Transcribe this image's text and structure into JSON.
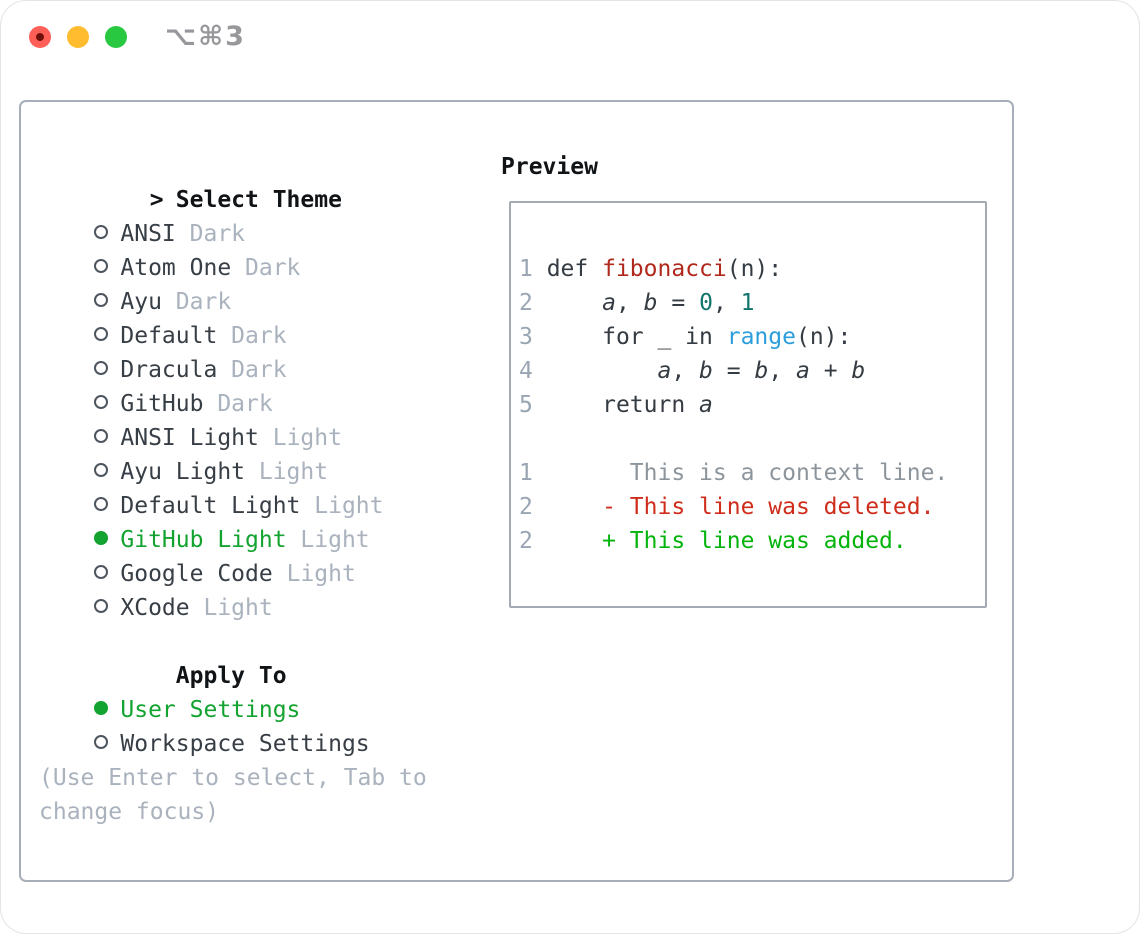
{
  "window": {
    "title_shortcut": "⌥⌘3",
    "traffic_lights": [
      {
        "name": "close",
        "color": "#ff5f57"
      },
      {
        "name": "minimize",
        "color": "#febc2e"
      },
      {
        "name": "zoom",
        "color": "#28c840"
      }
    ]
  },
  "theme_selector": {
    "prompt": ">",
    "heading": "Select Theme",
    "items": [
      {
        "name": "ANSI",
        "variant": "Dark",
        "selected": false
      },
      {
        "name": "Atom One",
        "variant": "Dark",
        "selected": false
      },
      {
        "name": "Ayu",
        "variant": "Dark",
        "selected": false
      },
      {
        "name": "Default",
        "variant": "Dark",
        "selected": false
      },
      {
        "name": "Dracula",
        "variant": "Dark",
        "selected": false
      },
      {
        "name": "GitHub",
        "variant": "Dark",
        "selected": false
      },
      {
        "name": "ANSI Light",
        "variant": "Light",
        "selected": false
      },
      {
        "name": "Ayu Light",
        "variant": "Light",
        "selected": false
      },
      {
        "name": "Default Light",
        "variant": "Light",
        "selected": false
      },
      {
        "name": "GitHub Light",
        "variant": "Light",
        "selected": true
      },
      {
        "name": "Google Code",
        "variant": "Light",
        "selected": false
      },
      {
        "name": "XCode",
        "variant": "Light",
        "selected": false
      }
    ],
    "apply_heading": "Apply To",
    "apply_options": [
      {
        "label": "User Settings",
        "selected": true
      },
      {
        "label": "Workspace Settings",
        "selected": false
      }
    ],
    "hint": "(Use Enter to select, Tab to change focus)"
  },
  "preview": {
    "heading": "Preview",
    "lines": [
      [
        [
          "num",
          "1"
        ],
        [
          "code",
          " def "
        ],
        [
          "func",
          "fibonacci"
        ],
        [
          "code",
          "(n):"
        ]
      ],
      [
        [
          "num",
          "2"
        ],
        [
          "code",
          "     "
        ],
        [
          "var",
          "a"
        ],
        [
          "code",
          ", "
        ],
        [
          "var",
          "b"
        ],
        [
          "code",
          " = "
        ],
        [
          "lit",
          "0"
        ],
        [
          "code",
          ", "
        ],
        [
          "lit",
          "1"
        ]
      ],
      [
        [
          "num",
          "3"
        ],
        [
          "code",
          "     for _ in "
        ],
        [
          "blt",
          "range"
        ],
        [
          "code",
          "(n):"
        ]
      ],
      [
        [
          "num",
          "4"
        ],
        [
          "code",
          "         "
        ],
        [
          "var",
          "a"
        ],
        [
          "code",
          ", "
        ],
        [
          "var",
          "b"
        ],
        [
          "code",
          " = "
        ],
        [
          "var",
          "b"
        ],
        [
          "code",
          ", "
        ],
        [
          "var",
          "a"
        ],
        [
          "code",
          " + "
        ],
        [
          "var",
          "b"
        ]
      ],
      [
        [
          "num",
          "5"
        ],
        [
          "code",
          "     return "
        ],
        [
          "var",
          "a"
        ]
      ],
      [],
      [
        [
          "num",
          "1"
        ],
        [
          "ctx",
          "       This is a context line."
        ]
      ],
      [
        [
          "num",
          "2"
        ],
        [
          "del",
          "     - This line was deleted."
        ]
      ],
      [
        [
          "num",
          "2"
        ],
        [
          "add",
          "     + This line was added."
        ]
      ]
    ]
  },
  "colors": {
    "accent_green": "#13a330",
    "added_green": "#04b40c",
    "deleted_red": "#cf2d1c",
    "function_red": "#b1291d",
    "number_literal_teal": "#11756c",
    "builtin_blue": "#2d9edb",
    "muted_gray": "#a9b2bd",
    "line_number_gray": "#9aa5b3",
    "context_gray": "#8d959c",
    "code_dark": "#343b42",
    "panel_border_gray": "#a6aeb8",
    "traffic_red": "#ff5f57",
    "traffic_yellow": "#febc2e",
    "traffic_green": "#28c840"
  }
}
